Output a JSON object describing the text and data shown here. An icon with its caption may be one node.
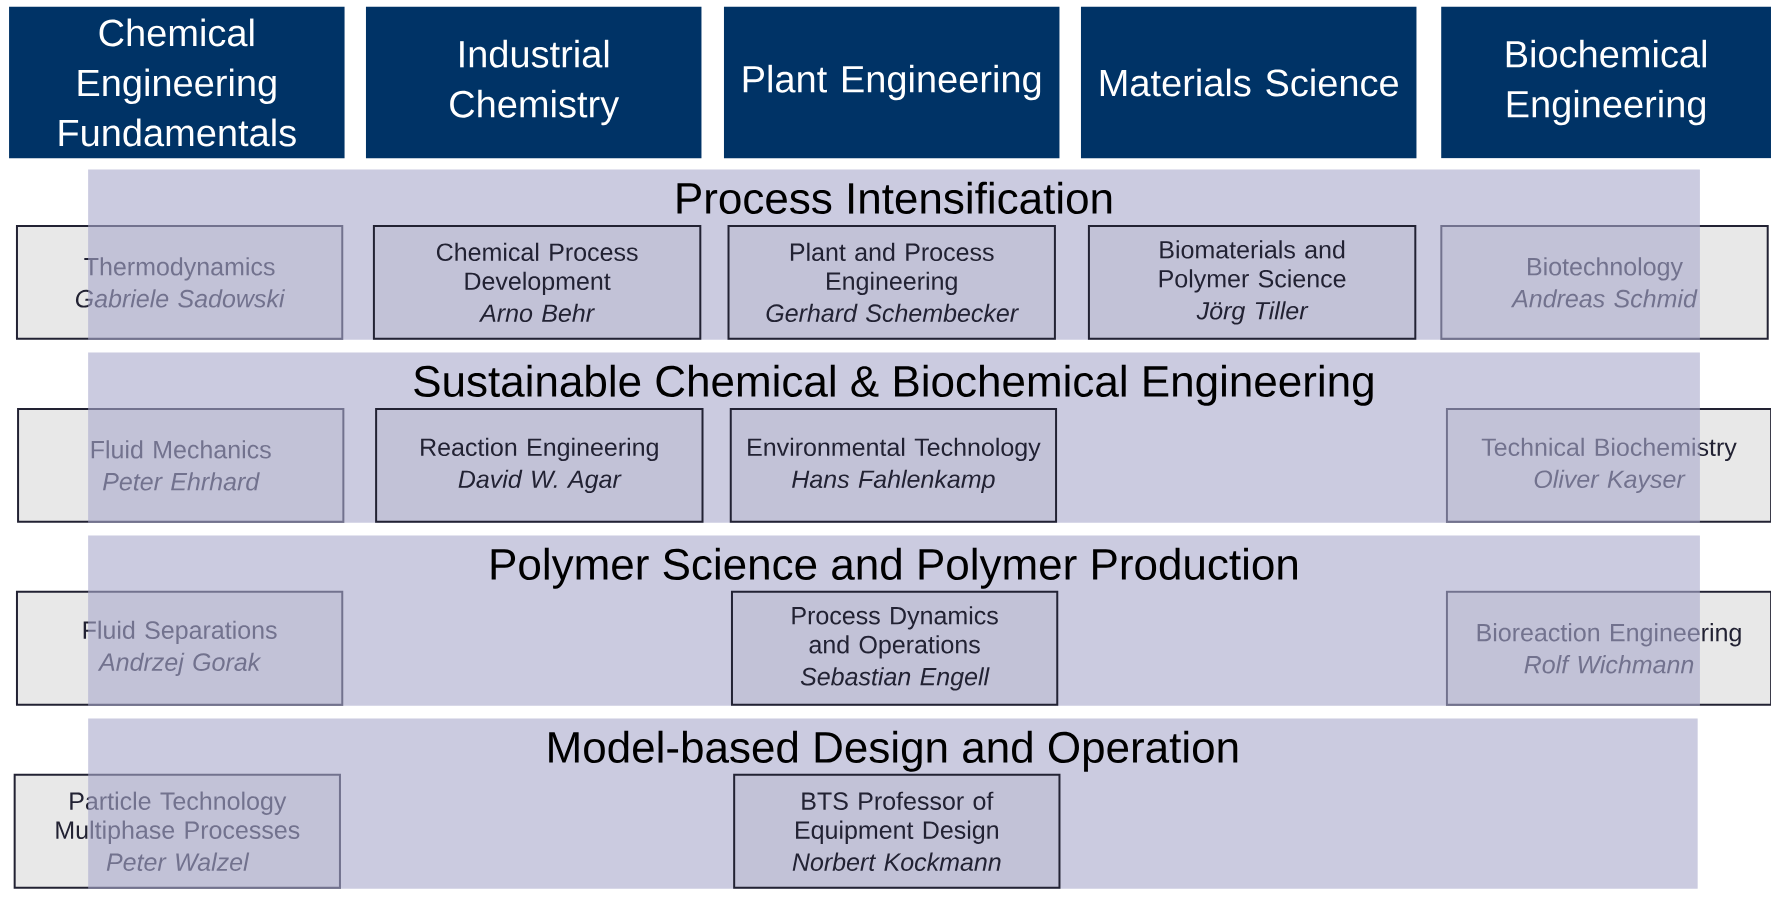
{
  "diagram": {
    "nodes": [
      {
        "text": [
          "Chemical Engineering Fundamentals"
        ]
      },
      {
        "text": [
          "Industrial Chemistry"
        ]
      },
      {
        "text": [
          "Plant Engineering"
        ]
      },
      {
        "text": [
          "Materials Science"
        ]
      },
      {
        "text": [
          "Biochemical Engineering"
        ]
      },
      {
        "text": [
          "Process Intensification"
        ]
      },
      {
        "text": [
          "Thermodynamics",
          "Gabriele Sadowski"
        ]
      },
      {
        "text": [
          "Chemical Process Development",
          "Arno Behr"
        ],
        "in": 5
      },
      {
        "text": [
          "Plant and Process Engineering",
          "Gerhard Schembecker"
        ],
        "in": 5
      },
      {
        "text": [
          "Biomaterials and Polymer Science",
          "Jörg Tiller"
        ],
        "in": 5
      },
      {
        "text": [
          "Biotechnology",
          "Andreas Schmid"
        ]
      },
      {
        "text": [
          "Sustainable Chemical & Biochemical Engineering"
        ]
      },
      {
        "text": [
          "Fluid Mechanics",
          "Peter Ehrhard"
        ]
      },
      {
        "text": [
          "Reaction Engineering",
          "David W. Agar"
        ],
        "in": 11
      },
      {
        "text": [
          "Environmental Technology",
          "Hans Fahlenkamp"
        ],
        "in": 11
      },
      {
        "text": [
          "Technical Biochemistry",
          "Oliver Kayser"
        ]
      },
      {
        "text": [
          "Polymer Science and Polymer Production"
        ]
      },
      {
        "text": [
          "Fluid Separations",
          "Andrzej Gorak"
        ]
      },
      {
        "text": [
          "Process Dynamics and Operations",
          "Sebastian Engell"
        ],
        "in": 16
      },
      {
        "text": [
          "Bioreaction Engineering",
          "Rolf Wichmann"
        ]
      },
      {
        "text": [
          "Model-based Design and Operation"
        ]
      },
      {
        "text": [
          "Particle Technology Multiphase Processes",
          "Peter Walzel"
        ]
      },
      {
        "text": [
          "BTS Professor of Equipment Design",
          "Norbert Kockmann"
        ],
        "in": 20
      }
    ]
  }
}
